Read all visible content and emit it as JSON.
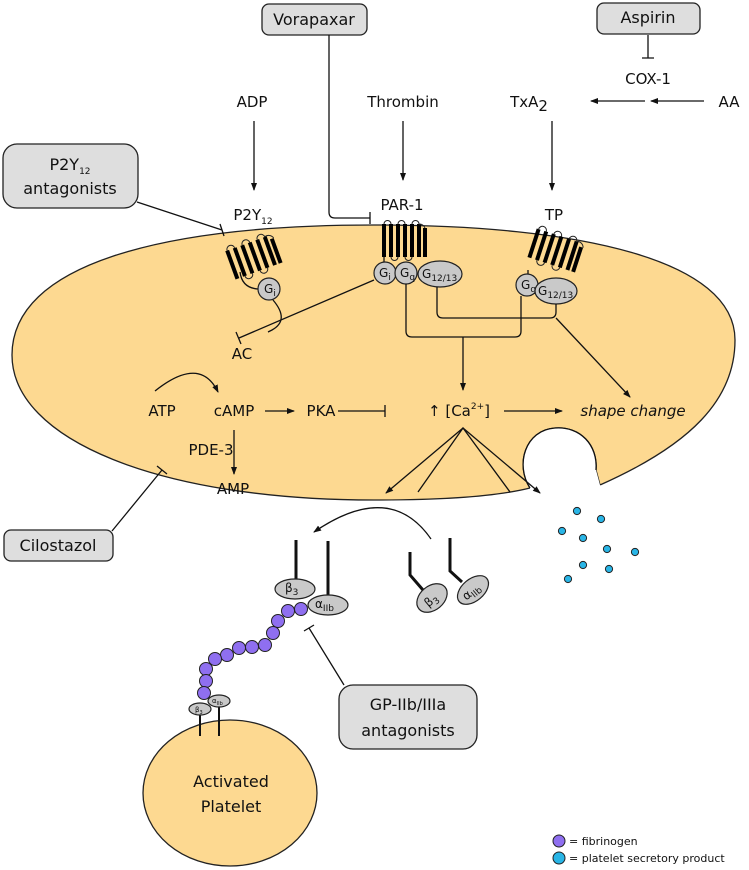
{
  "colors": {
    "cell_fill": "#fdd991",
    "drug_box_fill": "#dedede",
    "g_protein_fill": "#c9c9c9",
    "fibrinogen": "#8f6ff0",
    "secretory_product": "#29b5e6"
  },
  "drugs": {
    "vorapaxar": "Vorapaxar",
    "aspirin": "Aspirin",
    "p2y12_antagonists_main": "P2Y",
    "p2y12_antagonists_sub": "12",
    "p2y12_antagonists_line2": "antagonists",
    "cilostazol": "Cilostazol",
    "gp_antagonists_line1": "GP-IIb/IIIa",
    "gp_antagonists_line2": "antagonists"
  },
  "agonists": {
    "adp": "ADP",
    "thrombin": "Thrombin",
    "txa2_main": "TxA",
    "txa2_sub": "2",
    "aa": "AA",
    "cox1": "COX-1"
  },
  "receptors": {
    "p2y12_main": "P2Y",
    "p2y12_sub": "12",
    "par1": "PAR-1",
    "tp": "TP"
  },
  "g_proteins": {
    "g": "G",
    "i": "i",
    "q": "q",
    "g1213": "12/13"
  },
  "pathway": {
    "ac": "AC",
    "atp": "ATP",
    "camp": "cAMP",
    "pka": "PKA",
    "calcium_prefix": "↑ [Ca",
    "calcium_sup": "2+",
    "calcium_suffix": "]",
    "shape_change": "shape change",
    "pde3": "PDE-3",
    "amp": "AMP"
  },
  "integrins": {
    "beta": "β",
    "beta_sub": "3",
    "alpha": "α",
    "alpha_sub": "IIb"
  },
  "activated_platelet": {
    "line1": "Activated",
    "line2": "Platelet"
  },
  "legend": [
    {
      "label": "= fibrinogen",
      "color": "#8f6ff0"
    },
    {
      "label": "= platelet secretory product",
      "color": "#29b5e6"
    }
  ]
}
